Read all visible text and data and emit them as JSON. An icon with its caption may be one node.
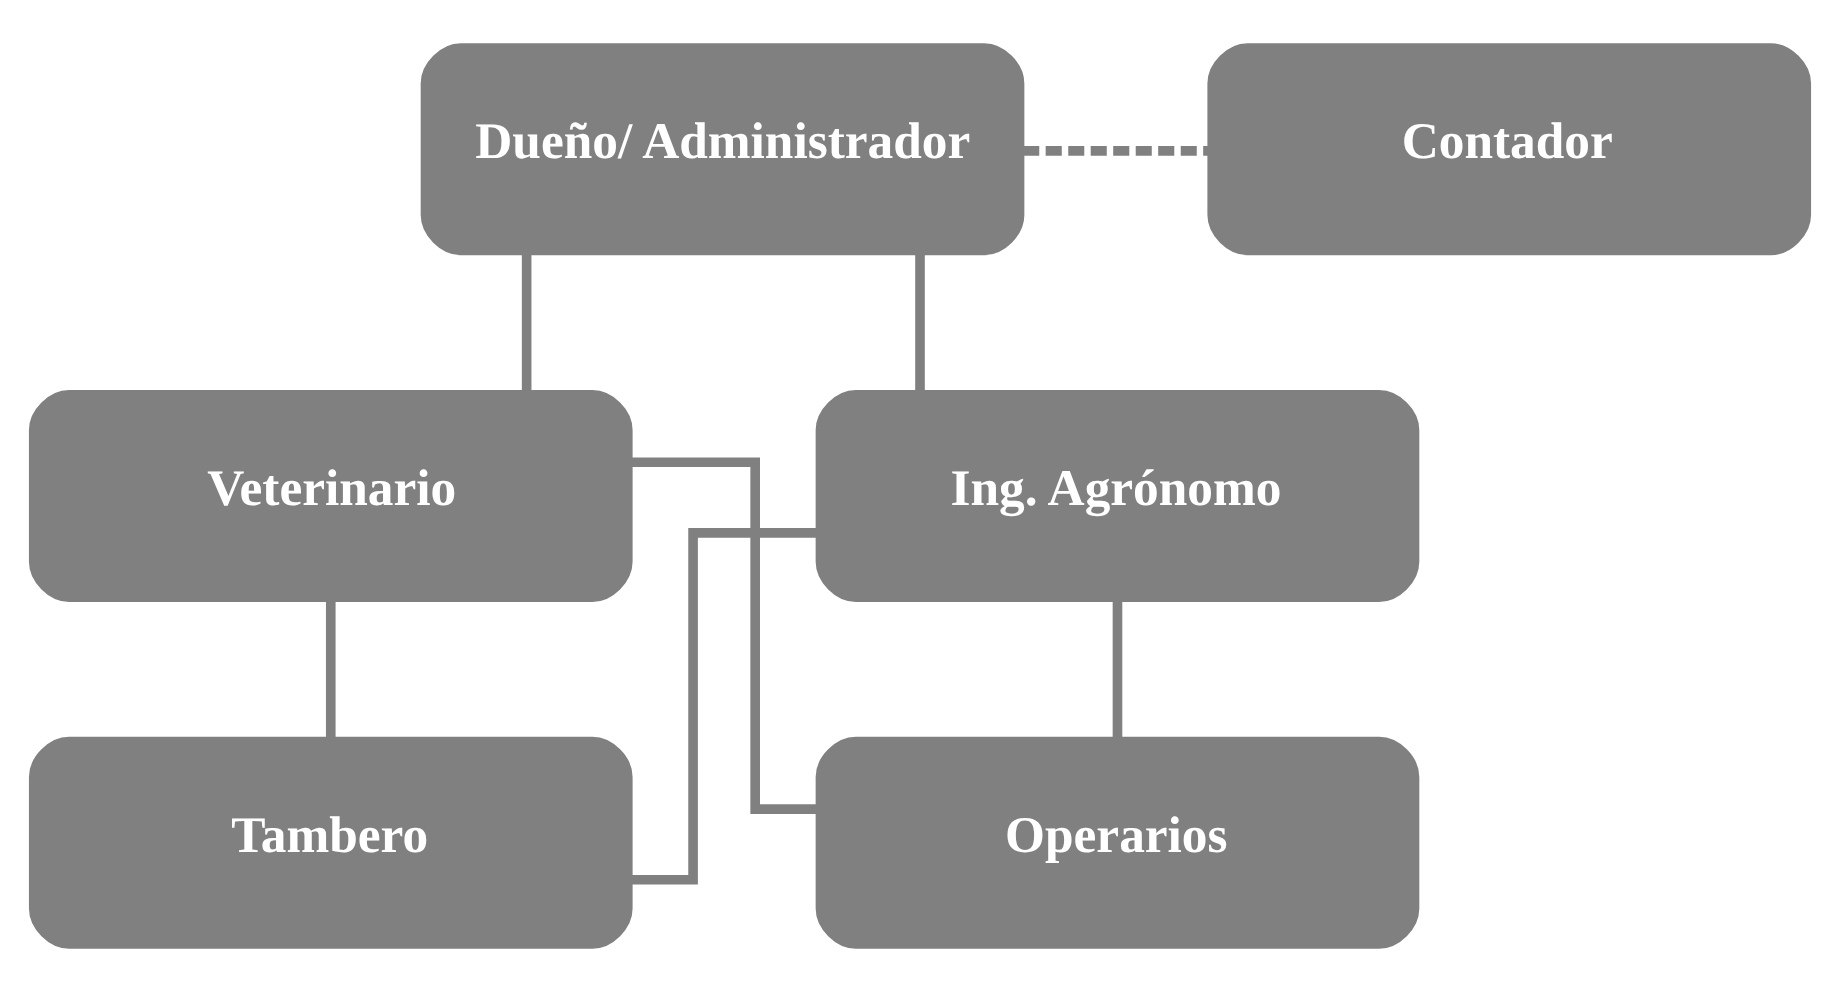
{
  "diagram": {
    "nodes": [
      {
        "text": [
          "Dueño/ Administrador"
        ]
      },
      {
        "text": [
          "Contador"
        ]
      },
      {
        "text": [
          "Veterinario"
        ]
      },
      {
        "text": [
          "Ing. Agrónomo"
        ]
      },
      {
        "text": [
          "Tambero"
        ]
      },
      {
        "text": [
          "Operarios"
        ]
      }
    ],
    "edges": [
      {
        "from": 0,
        "to": 1,
        "arrow": "none",
        "style": "dashed"
      },
      {
        "from": 0,
        "to": 2,
        "arrow": "none"
      },
      {
        "from": 0,
        "to": 3,
        "arrow": "none"
      },
      {
        "from": 2,
        "to": 4,
        "arrow": "none"
      },
      {
        "from": 2,
        "to": 5,
        "arrow": "none"
      },
      {
        "from": 3,
        "to": 4,
        "arrow": "none"
      },
      {
        "from": 3,
        "to": 5,
        "arrow": "none"
      }
    ]
  }
}
